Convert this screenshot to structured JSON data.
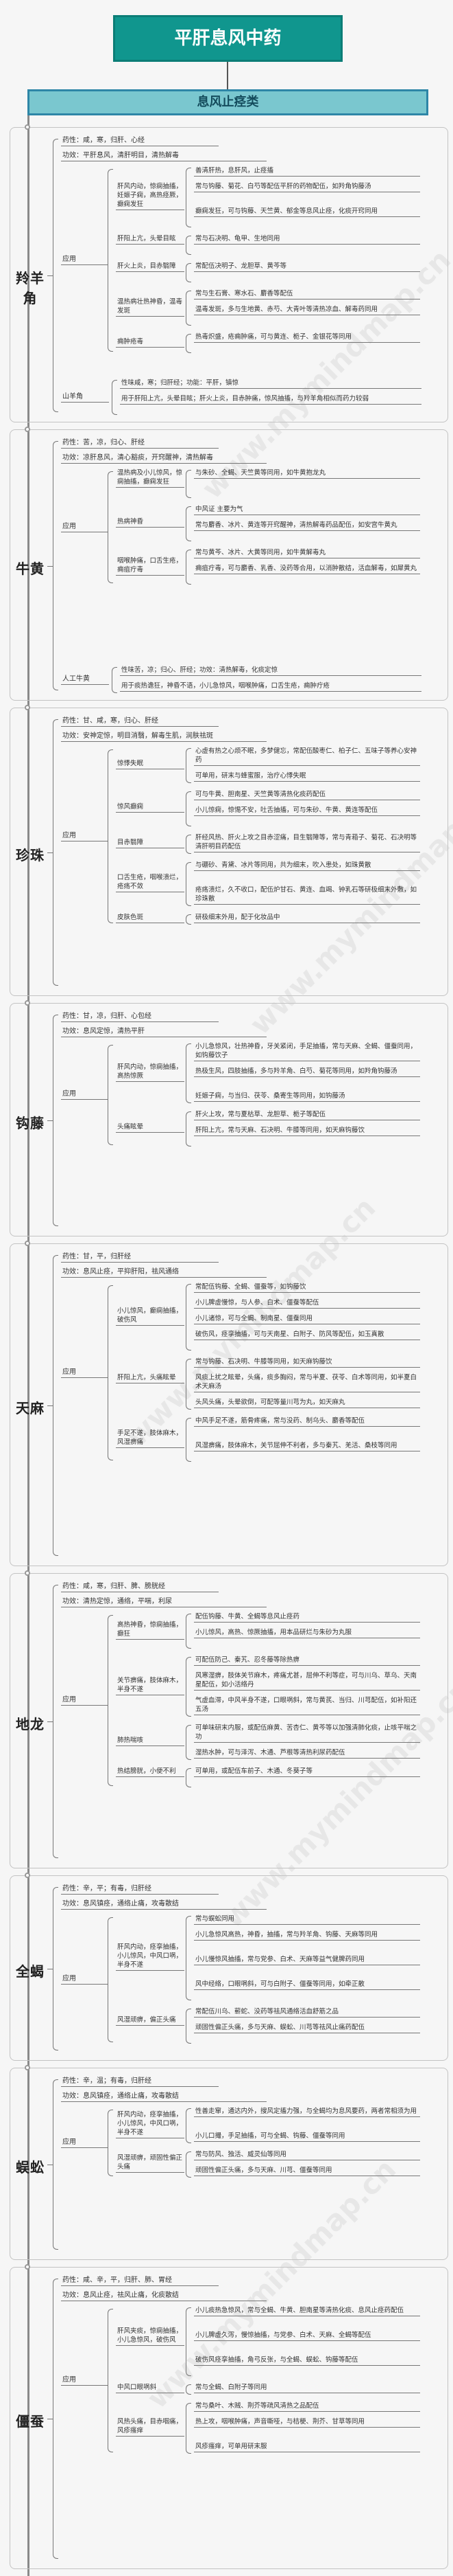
{
  "title": "平肝息风中药",
  "subtitle": "息风止痉类",
  "watermark": "www.mymindmap.cn",
  "colors": {
    "title_bg": "#10968e",
    "subtitle_bg": "#7ac7cf",
    "line": "#777777"
  },
  "herbs": [
    {
      "name": "羚羊角",
      "xingwei": "药性：咸，寒，归肝、心经",
      "gongxiao": "功效：平肝息风，清肝明目，清热解毒",
      "yingyong_label": "应用",
      "groups": [
        {
          "label": "肝风内动，惊痫抽搐，妊娠子痫，高热痉厥，癫痫发狂",
          "items": [
            "善清肝热，息肝风，止痉搐",
            "常与钩藤、菊花、白芍等配伍平肝的药物配伍，如羚角钩藤汤",
            "癫痫发狂，可与钩藤、天竺黄、郁金等息风止痉，化痰开窍同用"
          ]
        },
        {
          "label": "肝阳上亢，头晕目眩",
          "items": [
            "常与石决明、龟甲、生地同用"
          ]
        },
        {
          "label": "肝火上炎，目赤翳障",
          "items": [
            "常配伍决明子、龙胆草、黄芩等"
          ]
        },
        {
          "label": "温热病壮热神昏，温毒发斑",
          "items": [
            "常与生石膏、寒水石、麝香等配伍",
            "温毒发斑，多与生地黄、赤芍、大青叶等清热凉血、解毒药同用"
          ]
        },
        {
          "label": "痈肿疮毒",
          "items": [
            "热毒炽盛，疮痈肿痛，可与黄连、栀子、金银花等同用"
          ]
        }
      ],
      "extra_label": "山羊角",
      "extra_items": [
        "性味咸，寒；归肝经；功能：平肝，镇惊",
        "用于肝阳上亢，头晕目眩；肝火上炎，目赤肿痛，惊风抽搐，与羚羊角相似而药力较弱"
      ]
    },
    {
      "name": "牛黄",
      "xingwei": "药性：苦，凉，归心、肝经",
      "gongxiao": "功效：凉肝息风，清心豁痰，开窍醒神，清热解毒",
      "yingyong_label": "应用",
      "groups": [
        {
          "label": "温热病及小儿惊风，惊痫抽搐，癫痫发狂",
          "items": [
            "与朱砂、全蝎、天竺黄等同用，如牛黄抱龙丸"
          ]
        },
        {
          "label": "热病神昏",
          "items": [
            "中风证 主要为气",
            "常与麝香、冰片、黄连等开窍醒神，清热解毒药品配伍，如安宫牛黄丸"
          ]
        },
        {
          "label": "咽喉肿痛，口舌生疮，痈疽疔毒",
          "items": [
            "常与黄芩、冰片、大黄等同用，如牛黄解毒丸",
            "痈疽疔毒，可与麝香、乳香、没药等合用，以消肿散结，活血解毒，如犀黄丸"
          ]
        }
      ],
      "extra_label": "人工牛黄",
      "extra_items": [
        "性味苦，凉；归心、肝经；功效：清热解毒，化痰定惊",
        "用于痰热谵狂，神昏不语，小儿急惊风，咽喉肿痛，口舌生疮，痈肿疔疮"
      ]
    },
    {
      "name": "珍珠",
      "xingwei": "药性：甘、咸，寒，归心、肝经",
      "gongxiao": "功效：安神定惊，明目消翳，解毒生肌，润肤祛斑",
      "yingyong_label": "应用",
      "groups": [
        {
          "label": "惊悸失眠",
          "items": [
            "心虚有热之心烦不眠，多梦健忘，常配伍酸枣仁、柏子仁、五味子等养心安神药",
            "可单用，研末与蜂蜜服，治疗心悸失眠"
          ]
        },
        {
          "label": "惊风癫痫",
          "items": [
            "可与牛黄、胆南星、天竺黄等清热化痰药配伍",
            "小儿惊痫，惊惕不安，吐舌抽搐，可与朱砂、牛黄、黄连等配伍"
          ]
        },
        {
          "label": "目赤翳障",
          "items": [
            "肝经风热、肝火上攻之目赤涩痛，目生翳障等，常与青葙子、菊花、石决明等清肝明目药配伍"
          ]
        },
        {
          "label": "口舌生疮，咽喉溃烂，疮疡不敛",
          "items": [
            "与硼砂、青黛、冰片等同用，共为细末，吹入患处，如珠黄散",
            "疮疡溃烂，久不收口，配伍炉甘石、黄连、血竭、钟乳石等研极细末外敷，如珍珠散"
          ]
        },
        {
          "label": "皮肤色斑",
          "items": [
            "研极细末外用，配于化妆品中"
          ]
        }
      ]
    },
    {
      "name": "钩藤",
      "xingwei": "药性：甘，凉，归肝、心包经",
      "gongxiao": "功效：息风定惊，清热平肝",
      "yingyong_label": "应用",
      "groups": [
        {
          "label": "肝风内动，惊痫抽搐，高热惊厥",
          "items": [
            "小儿急惊风，壮热神昏，牙关紧闭，手足抽搐，常与天麻、全蝎、僵蚕同用，如钩藤饮子",
            "热极生风，四肢抽搐，多与羚羊角、白芍、菊花等同用，如羚角钩藤汤",
            "妊娠子痫，与当归、茯苓、桑寄生等同用，如钩藤汤"
          ]
        },
        {
          "label": "头痛眩晕",
          "items": [
            "肝火上攻，常与夏枯草、龙胆草、栀子等配伍",
            "肝阳上亢，常与天麻、石决明、牛膝等同用，如天麻钩藤饮"
          ]
        }
      ]
    },
    {
      "name": "天麻",
      "xingwei": "药性：甘，平，归肝经",
      "gongxiao": "功效：息风止痉，平抑肝阳，祛风通络",
      "yingyong_label": "应用",
      "groups": [
        {
          "label": "小儿惊风，癫痫抽搐，破伤风",
          "items": [
            "常配伍钩藤、全蝎、僵蚕等，如钩藤饮",
            "小儿脾虚慢惊，与人参、白术、僵蚕等配伍",
            "小儿诸惊，可与全蝎、制南星、僵蚕同用",
            "破伤风，痉挛抽搐，可与天南星、白附子、防风等配伍，如玉真散"
          ]
        },
        {
          "label": "肝阳上亢，头痛眩晕",
          "items": [
            "常与钩藤、石决明、牛膝等同用，如天麻钩藤饮",
            "风痰上扰之眩晕，头痛，痰多胸闷，常与半夏、茯苓、白术等同用，如半夏白术天麻汤",
            "头风头痛，头晕欲倒，可配等量川芎为丸，如天麻丸"
          ]
        },
        {
          "label": "手足不遂，肢体麻木，风湿痹痛",
          "items": [
            "中风手足不遂，筋骨疼痛，常与没药、制乌头、麝香等配伍",
            "风湿痹痛，肢体麻木，关节屈伸不利者，多与秦艽、羌活、桑枝等同用"
          ]
        }
      ]
    },
    {
      "name": "地龙",
      "xingwei": "药性：咸，寒，归肝、脾、膀胱经",
      "gongxiao": "功效：清热定惊，通络，平喘，利尿",
      "yingyong_label": "应用",
      "groups": [
        {
          "label": "高热神昏，惊痫抽搐，癫狂",
          "items": [
            "配伍钩藤、牛黄、全蝎等息风止痉药",
            "小儿惊风，高热、惊厥抽搐，用本品研烂与朱砂为丸服"
          ]
        },
        {
          "label": "关节痹痛，肢体麻木，半身不遂",
          "items": [
            "可配伍防己、秦艽、忍冬藤等除热痹",
            "风寒湿痹，肢体关节麻木，疼痛尤甚，屈伸不利等症，可与川乌、草乌、天南星配伍，如小活络丹",
            "气虚血滞，中风半身不遂，口眼㖞斜，常与黄芪、当归、川芎配伍，如补阳还五汤"
          ]
        },
        {
          "label": "肺热喘咳",
          "items": [
            "可单味研末内服，或配伍麻黄、苦杏仁、黄芩等以加强清肺化痰，止咳平喘之功",
            "湿热水肿，可与泽泻、木通、芦根等清热利尿药配伍"
          ]
        },
        {
          "label": "热结膀胱，小便不利",
          "items": [
            "可单用，或配伍车前子、木通、冬葵子等"
          ]
        }
      ]
    },
    {
      "name": "全蝎",
      "xingwei": "药性：辛，平；有毒，归肝经",
      "gongxiao": "功效：息风镇痉，通络止痛，攻毒散结",
      "yingyong_label": "应用",
      "groups": [
        {
          "label": "肝风内动，痉挛抽搐，小儿惊风，中风口㖞，半身不遂",
          "items": [
            "常与蜈蚣同用",
            "小儿急惊风高热，神昏，抽搐，常与羚羊角、钩藤、天麻等同用",
            "小儿慢惊风抽搐，常与党参、白术、天麻等益气健脾药同用",
            "风中经络，口眼㖞斜，可与白附子、僵蚕等同用，如牵正散"
          ]
        },
        {
          "label": "风湿顽痹，偏正头痛",
          "items": [
            "常配伍川乌、蕲蛇、没药等祛风通络活血舒筋之品",
            "顽固性偏正头痛，多与天麻、蜈蚣、川芎等祛风止痛药配伍"
          ]
        }
      ]
    },
    {
      "name": "蜈蚣",
      "xingwei": "药性：辛，温；有毒，归肝经",
      "gongxiao": "功效：息风镇痉，通络止痛，攻毒散结",
      "yingyong_label": "应用",
      "groups": [
        {
          "label": "肝风内动，痉挛抽搐，小儿惊风，中风口㖞，半身不遂",
          "items": [
            "性善走窜，通达内外，搜风定搐力强，与全蝎均为息风要药，两者常相须为用",
            "小儿口撮，手足抽搐，可与全蝎、钩藤、僵蚕等同用"
          ]
        },
        {
          "label": "风湿顽痹，顽固性偏正头痛",
          "items": [
            "常与防风、独活、威灵仙等同用",
            "顽固性偏正头痛，多与天麻、川芎、僵蚕等同用"
          ]
        }
      ]
    },
    {
      "name": "僵蚕",
      "xingwei": "药性：咸、辛，平，归肝、肺、胃经",
      "gongxiao": "功效：息风止痉，祛风止痛，化痰散结",
      "yingyong_label": "应用",
      "groups": [
        {
          "label": "肝风夹痰，惊痫抽搐，小儿急惊风，破伤风",
          "items": [
            "小儿痰热急惊风，常与全蝎、牛黄、胆南星等清热化痰、息风止痉药配伍",
            "小儿脾虚久泻，慢惊抽搐，与党参、白术、天麻、全蝎等配伍",
            "破伤风痉挛抽搐，角弓反张，与全蝎、蜈蚣、钩藤等配伍"
          ]
        },
        {
          "label": "中风口眼㖞斜",
          "items": [
            "常与全蝎、白附子等同用"
          ]
        },
        {
          "label": "风热头痛，目赤咽痛，风疹瘙痒",
          "items": [
            "常与桑叶、木贼、荆芥等疏风清热之品配伍",
            "热上攻，咽喉肿痛，声音嘶哑，与桔梗、荆芥、甘草等同用",
            "风疹瘙痒，可单用研末服"
          ]
        }
      ]
    }
  ]
}
